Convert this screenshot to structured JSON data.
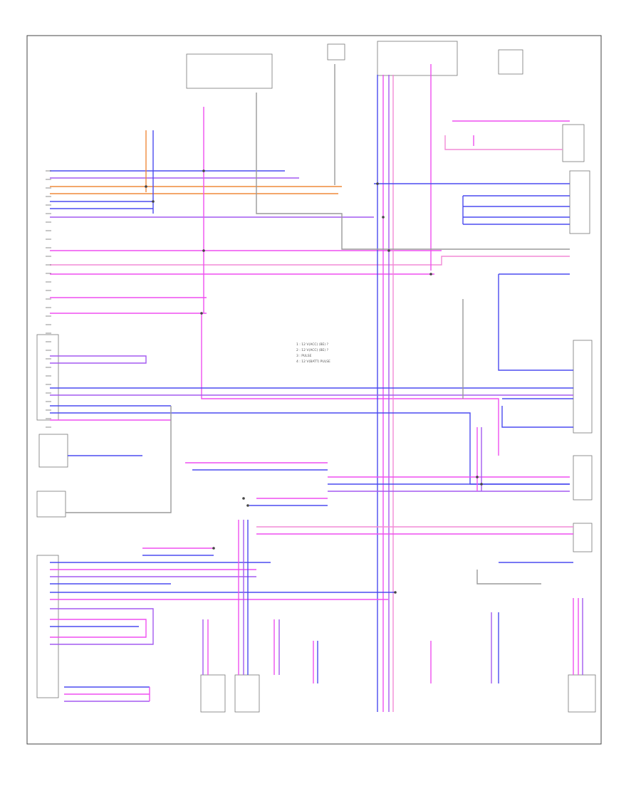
{
  "diagram": {
    "footer_code": "",
    "colors": {
      "blue": "#4b4bf0",
      "violet": "#a45af0",
      "magenta": "#ef4ff0",
      "pink": "#f28ad6",
      "orange": "#ef8a3a",
      "gray": "#9a9a9a",
      "black": "#444444"
    },
    "legend_items": [
      {
        "text": "1 : 12 V(ACC) (BE) ?"
      },
      {
        "text": "2 : 12 V(ACC) (BE) ?"
      },
      {
        "text": "3 : PULSE"
      },
      {
        "text": "4 : 12 V(BATT) PULSE"
      }
    ]
  }
}
